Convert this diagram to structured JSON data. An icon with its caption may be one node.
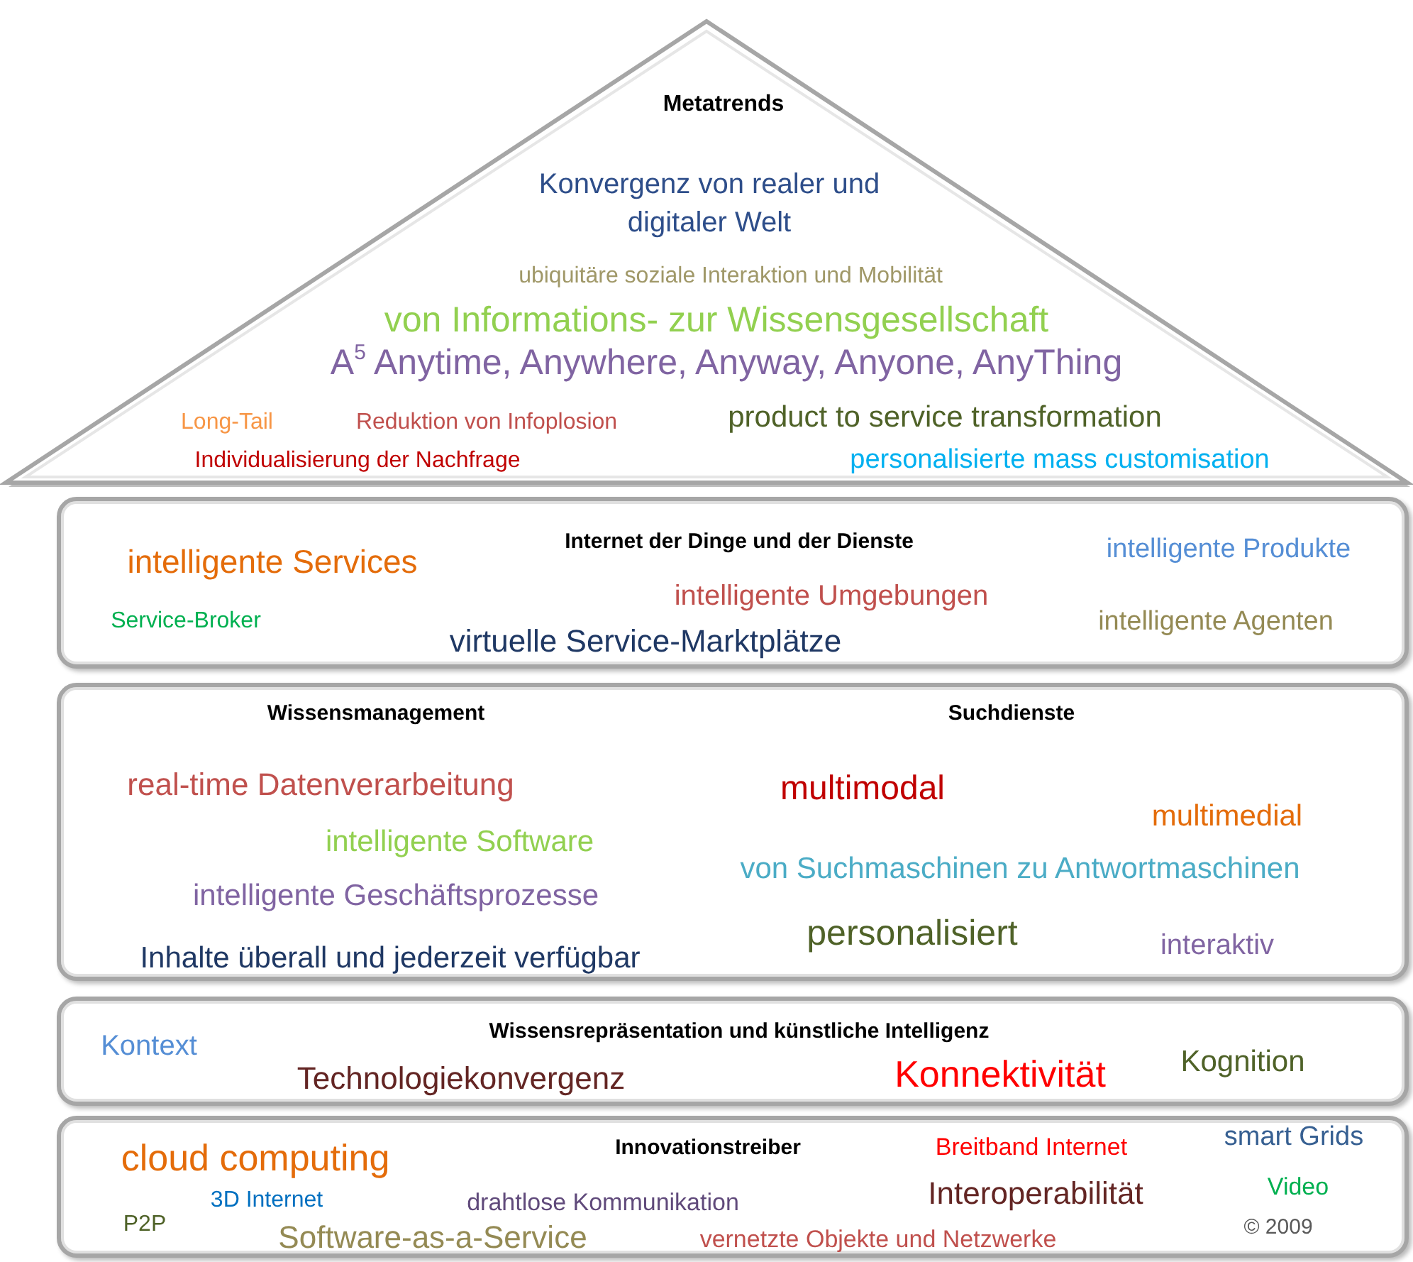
{
  "diagram": {
    "nodes": [
      {
        "text": [
          "Metatrends",
          "Konvergenz von realer und digitaler Welt",
          "ubiquitäre soziale Interaktion und Mobilität",
          "von Informations- zur Wissensgesellschaft",
          "A$^{5}$ Anytime, Anywhere, Anyway, Anyone, AnyThing",
          "Long-Tail",
          "Reduktion von Infoplosion",
          "product to service transformation",
          "Individualisierung der Nachfrage",
          "personalisierte mass customisation"
        ]
      },
      {
        "text": [
          "Internet der Dinge und der Dienste",
          "intelligente Services",
          "intelligente Produkte",
          "intelligente Umgebungen",
          "Service-Broker",
          "virtuelle Service-Marktplätze",
          "intelligente Agenten"
        ]
      },
      {
        "text": [
          "Wissensmanagement",
          "Suchdienste",
          "real-time Datenverarbeitung",
          "multimodal",
          "multimedial",
          "intelligente Software",
          "von Suchmaschinen zu Antwortmaschinen",
          "intelligente Geschäftsprozesse",
          "personalisiert",
          "Inhalte überall und jederzeit verfügbar",
          "interaktiv"
        ]
      },
      {
        "text": [
          "Wissensrepräsentation und künstliche Intelligenz",
          "Kontext",
          "Technologiekonvergenz",
          "Konnektivität",
          "Kognition"
        ]
      },
      {
        "text": [
          "Innovationstreiber",
          "cloud computing",
          "Breitband Internet",
          "smart Grids",
          "3D Internet",
          "drahtlose Kommunikation",
          "Interoperabilität",
          "Video",
          "P2P",
          "Software-as-a-Service",
          "vernetzte Objekte und Netzwerke",
          "© 2009"
        ]
      }
    ]
  }
}
